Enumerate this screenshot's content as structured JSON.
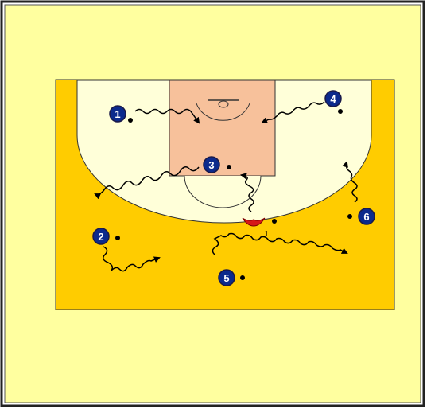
{
  "colors": {
    "card_background": "#ffff9f",
    "court_floor": "#ffcc00",
    "key_area": "#f7c19b",
    "inside_arc": "#ffffd9",
    "player_fill": "#0c2a8c",
    "coach_marker": "#d61818"
  },
  "players": [
    {
      "id": "p1",
      "label": "1"
    },
    {
      "id": "p2",
      "label": "2"
    },
    {
      "id": "p3",
      "label": "3"
    },
    {
      "id": "p4",
      "label": "4"
    },
    {
      "id": "p5",
      "label": "5"
    },
    {
      "id": "p6",
      "label": "6"
    }
  ],
  "coach": {
    "label": "1"
  }
}
